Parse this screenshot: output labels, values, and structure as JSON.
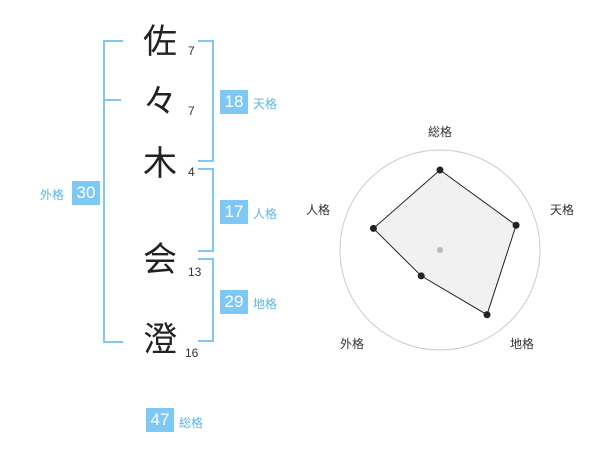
{
  "name_chars": [
    {
      "char": "佐",
      "strokes": "7"
    },
    {
      "char": "々",
      "strokes": "7"
    },
    {
      "char": "木",
      "strokes": "4"
    },
    {
      "char": "会",
      "strokes": "13"
    },
    {
      "char": "澄",
      "strokes": "16"
    }
  ],
  "kakusu": {
    "tenkaku": {
      "value": "18",
      "label": "天格"
    },
    "jinkaku": {
      "value": "17",
      "label": "人格"
    },
    "chikaku": {
      "value": "29",
      "label": "地格"
    },
    "gaikaku": {
      "value": "30",
      "label": "外格"
    },
    "soukaku": {
      "value": "47",
      "label": "総格"
    }
  },
  "radar": {
    "axes": [
      "総格",
      "天格",
      "地格",
      "外格",
      "人格"
    ],
    "levels": 4,
    "scores": [
      4,
      4,
      4,
      1.6,
      3.5
    ],
    "max": 5,
    "colors": {
      "fill": "#eeeeee",
      "stroke": "#222222",
      "ring": "#cccccc",
      "center": "#bbbbbb"
    }
  },
  "colors": {
    "accent": "#7fc8f5",
    "accent_text": "#5bb5ec"
  }
}
